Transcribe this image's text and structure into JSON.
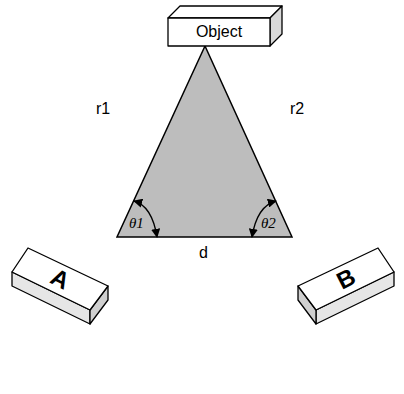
{
  "diagram": {
    "nodes": [
      {
        "text": [
          "Object"
        ]
      },
      {
        "text": [
          "A"
        ]
      },
      {
        "text": [
          "B"
        ]
      }
    ],
    "labels": [
      "r1",
      "r2",
      "θ1",
      "θ2",
      "d"
    ]
  }
}
